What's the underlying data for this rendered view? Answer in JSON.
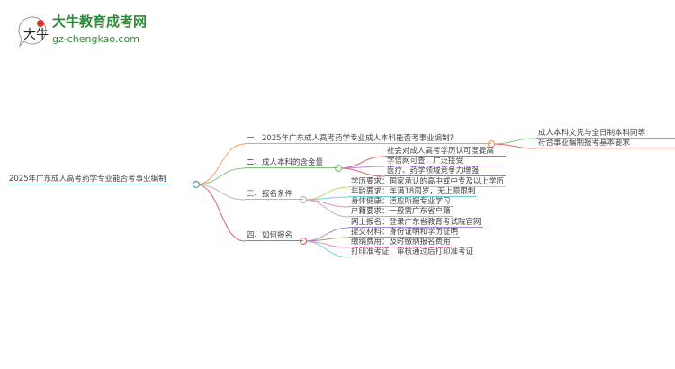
{
  "logo": {
    "brand": "大牛教育成考网",
    "url": "gz-chengkao.com",
    "mark": "大牛"
  },
  "root": "2025年广东成人高考药学专业能否考事业编制",
  "branches": [
    {
      "label": "一、2025年广东成人高考药学专业成人本科能否考事业编制？",
      "color": "#f5a05a",
      "children": [
        "成人本科文凭与全日制本科同等",
        "符合事业编制报考基本要求"
      ]
    },
    {
      "label": "二、成人本科的含金量",
      "color": "#7cc576",
      "children": [
        "社会对成人高考学历认可度提高",
        "学信网可查，广泛接受",
        "医疗、药学领域竞争力增强"
      ]
    },
    {
      "label": "三、报名条件",
      "color": "#b5b5b5",
      "children": [
        "学历要求：国家承认的高中或中专及以上学历",
        "年龄要求：年满18周岁，无上限限制",
        "身体健康：适应所报专业学习",
        "户籍要求：一般需广东省户籍"
      ]
    },
    {
      "label": "四、如何报名",
      "color": "#e06666",
      "children": [
        "网上报名：登录广东省教育考试院官网",
        "提交材料：身份证明和学历证明",
        "缴纳费用：及时缴纳报名费用",
        "打印准考证：审核通过后打印准考证"
      ]
    }
  ]
}
